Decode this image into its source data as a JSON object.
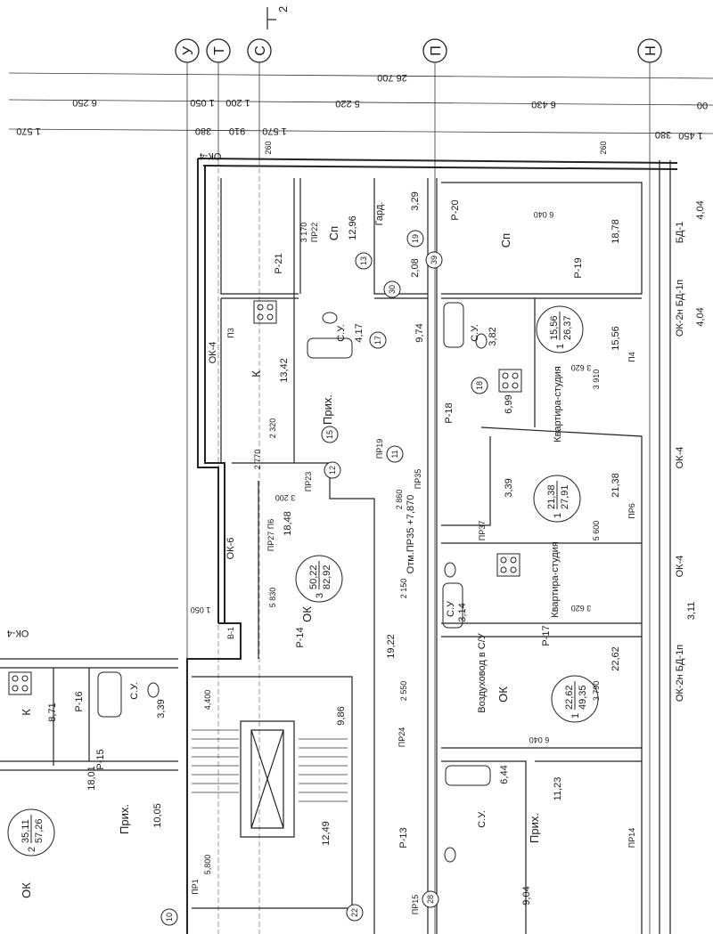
{
  "axes": [
    "У",
    "Т",
    "С",
    "П",
    "Н"
  ],
  "section_mark": "2",
  "dims_top": {
    "total": "26 700",
    "d1": "6 250",
    "d2": "1 050",
    "d3": "1 200",
    "d4": "5 220",
    "d5": "6 430",
    "d6": "00",
    "e1": "1 570",
    "e2": "380",
    "e3": "910",
    "e4": "1 570",
    "e5": "380",
    "e6": "1 450"
  },
  "rooms": {
    "sp1": "Сп",
    "sp2": "Сп",
    "kitchen1": "К",
    "su1": "С.У.",
    "su1_area": "4,17",
    "prih1": "Прих.",
    "ok1": "ОК",
    "ok1_area": "18,48",
    "gard": "Гард.",
    "gard_area": "3,29",
    "sp1_area": "12,96",
    "sp2_area": "18,78",
    "k1_area": "13,42",
    "su2": "С.У.",
    "su2_area": "3,82",
    "studio1": "Квартира-студия",
    "studio2": "Квартира-студия",
    "studio1_area": "15,56",
    "studio2_area": "21,38",
    "k2_area": "6,99",
    "k3_area": "3,39",
    "su3": "С.У",
    "su3_area": "3,14",
    "ok2": "ОК",
    "vent": "Воздуховод в С/У",
    "ok2_area": "22,62",
    "prih2": "Прих.",
    "prih2_area": "11,23",
    "su4": "С.У.",
    "su4_area": "6,44",
    "ok3": "ОК",
    "prih3": "Прих.",
    "prih3_area": "10,05",
    "k4": "К",
    "k4_area": "8,71",
    "su5": "С.У.",
    "su5_area": "3,39",
    "hall_area": "19,22",
    "corr_area": "9,86",
    "stair_area": "12,49",
    "a_1801": "18,01",
    "a_974": "9,74",
    "a_208": "2,08",
    "a_904": "9,04",
    "a_311": "3,11",
    "a_404a": "4,04",
    "a_404b": "4,04"
  },
  "apartments": {
    "a1": {
      "rooms": "3",
      "living": "50,22",
      "total": "82,92"
    },
    "a2": {
      "rooms": "1",
      "living": "15,56",
      "total": "26,37"
    },
    "a3": {
      "rooms": "1",
      "living": "21,38",
      "total": "27,91"
    },
    "a4": {
      "rooms": "1",
      "living": "22,62",
      "total": "49,35"
    },
    "a5": {
      "rooms": "2",
      "living": "35,11",
      "total": "57,26"
    }
  },
  "marks": {
    "otm": "Отм.ПР35 +7,870",
    "r21": "Р-21",
    "r20": "Р-20",
    "r19": "Р-19",
    "r18": "Р-18",
    "r17": "Р-17",
    "r16": "Р-16",
    "r15": "Р-15",
    "r14": "Р-14",
    "r13": "Р-13",
    "ok4a": "ОК-4",
    "ok4b": "ОК-4",
    "ok4c": "ОК-4",
    "ok4d": "ОК-4",
    "ok4e": "ОК-4",
    "ok6": "ОК-6",
    "bd1": "ОК-2н БД-1п",
    "bd2": "ОК-2н БД-1п",
    "bd3": "БД-1",
    "pr22": "ПР22",
    "pr23": "ПР23",
    "pr35": "ПР35",
    "pr37": "ПР37",
    "pr19": "ПР19",
    "pr24": "ПР24",
    "pr27": "ПР27 П6",
    "pr6": "ПР6",
    "p3": "П3",
    "p4": "П4",
    "pr1": "ПР1",
    "pr14": "ПР14",
    "pr15": "ПР15",
    "v1": "В-1",
    "n4400": "4,400",
    "n5800": "5,800",
    "tag12": "12",
    "tag13": "13",
    "tag11": "11",
    "tag15": "15",
    "tag17": "17",
    "tag18": "18",
    "tag19": "19",
    "tag30": "30",
    "tag39": "39",
    "tag10": "10",
    "tag22": "22",
    "tag28": "28",
    "dim3200": "3 200",
    "dim5830": "5 830",
    "dim2320": "2 320",
    "dim2770": "2 770",
    "dim3170": "3 170",
    "dim6040a": "6 040",
    "dim6040b": "6 040",
    "dim3620a": "3 620",
    "dim3620b": "3 620",
    "dim5600": "5 600",
    "dim3910": "3 910",
    "dim3790": "3 790",
    "dim2550": "2 550",
    "dim2150": "2 150",
    "dim2860": "2 860",
    "dim1050": "1 050",
    "dim260a": "260",
    "dim260b": "260"
  }
}
